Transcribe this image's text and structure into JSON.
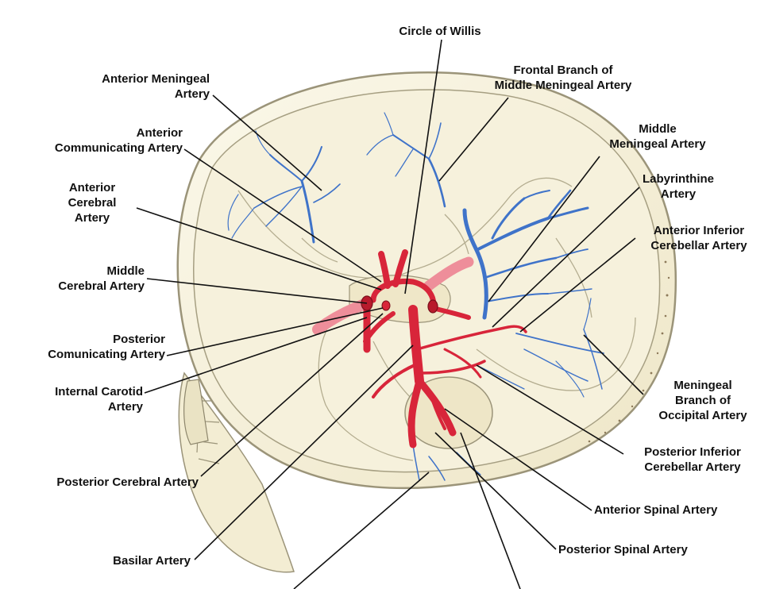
{
  "colors": {
    "background": "#ffffff",
    "skull_fill": "#f6f1dc",
    "skull_outline": "#9b9479",
    "artery_red": "#d8253a",
    "artery_pink": "#ee8e9a",
    "meningeal_blue": "#3f73c9",
    "leader_line": "#111111",
    "label_text": "#111111"
  },
  "labels": {
    "circle_of_willis": [
      "Circle of Willis"
    ],
    "frontal_branch": [
      "Frontal Branch of",
      "Middle Meningeal Artery"
    ],
    "anterior_meningeal": [
      "Anterior Meningeal",
      "Artery"
    ],
    "anterior_communicating": [
      "Anterior",
      "Communicating Artery"
    ],
    "middle_meningeal": [
      "Middle",
      "Meningeal Artery"
    ],
    "labyrinthine": [
      "Labyrinthine",
      "Artery"
    ],
    "anterior_cerebral": [
      "Anterior",
      "Cerebral",
      "Artery"
    ],
    "anterior_inferior_cerebellar": [
      "Anterior Inferior",
      "Cerebellar Artery"
    ],
    "middle_cerebral": [
      "Middle",
      "Cerebral Artery"
    ],
    "posterior_communicating": [
      "Posterior",
      "Comunicating Artery"
    ],
    "internal_carotid": [
      "Internal Carotid",
      "Artery"
    ],
    "meningeal_branch_occipital": [
      "Meningeal",
      "Branch of",
      "Occipital Artery"
    ],
    "posterior_inferior_cerebellar": [
      "Posterior Inferior",
      "Cerebellar Artery"
    ],
    "posterior_cerebral": [
      "Posterior Cerebral Artery"
    ],
    "anterior_spinal": [
      "Anterior Spinal Artery"
    ],
    "posterior_spinal": [
      "Posterior Spinal Artery"
    ],
    "basilar": [
      "Basilar Artery"
    ]
  }
}
